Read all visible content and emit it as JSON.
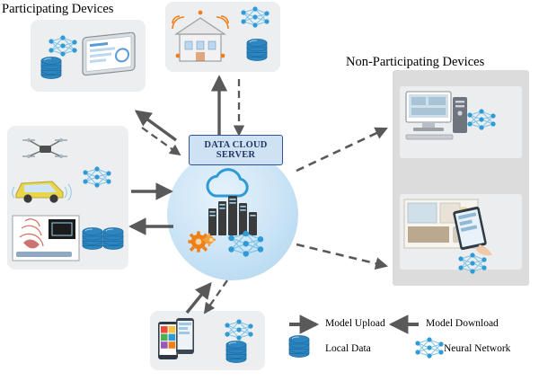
{
  "diagram": {
    "titles": {
      "participating": "Participating Devices",
      "non_participating": "Non-Participating Devices"
    },
    "center_node": {
      "line1": "DATA CLOUD",
      "line2": "SERVER",
      "name": "data-cloud-server"
    },
    "participating_groups": [
      {
        "id": "tablet-group",
        "icons": [
          "neural-network-icon",
          "tablet-icon",
          "database-icon"
        ]
      },
      {
        "id": "smart-building-group",
        "icons": [
          "smart-building-icon",
          "neural-network-icon",
          "database-icon"
        ]
      },
      {
        "id": "vehicles-group",
        "icons": [
          "drone-icon",
          "autonomous-car-icon",
          "medical-imaging-icon",
          "neural-network-icon",
          "database-icon"
        ]
      },
      {
        "id": "smartphones-group",
        "icons": [
          "smartphone-icon",
          "neural-network-icon",
          "database-icon"
        ]
      }
    ],
    "non_participating_groups": [
      {
        "id": "desktop-group",
        "icons": [
          "desktop-computer-icon",
          "neural-network-icon"
        ]
      },
      {
        "id": "smart-home-group",
        "icons": [
          "smart-home-icon",
          "neural-network-icon"
        ]
      }
    ],
    "legend": [
      {
        "id": "model-upload",
        "label": "Model Upload",
        "icon": "solid-arrow-icon",
        "color": "#595959"
      },
      {
        "id": "model-download",
        "label": "Model Download",
        "icon": "dashed-arrow-icon",
        "color": "#595959"
      },
      {
        "id": "local-data",
        "label": "Local Data",
        "icon": "database-icon",
        "color": "#2e86c1"
      },
      {
        "id": "neural-network",
        "label": "Neural Network",
        "icon": "neural-network-icon",
        "color": "#2e9bd6"
      }
    ],
    "colors": {
      "arrow": "#595959",
      "database": "#2e86c1",
      "neural_node": "#2e9bd6",
      "panel_bg": "#eceef0",
      "gray_panel_bg": "#dcdcdc",
      "cloud_circle": "#bcdcf2",
      "banner_border": "#2f5597",
      "banner_text": "#1f3864"
    }
  }
}
